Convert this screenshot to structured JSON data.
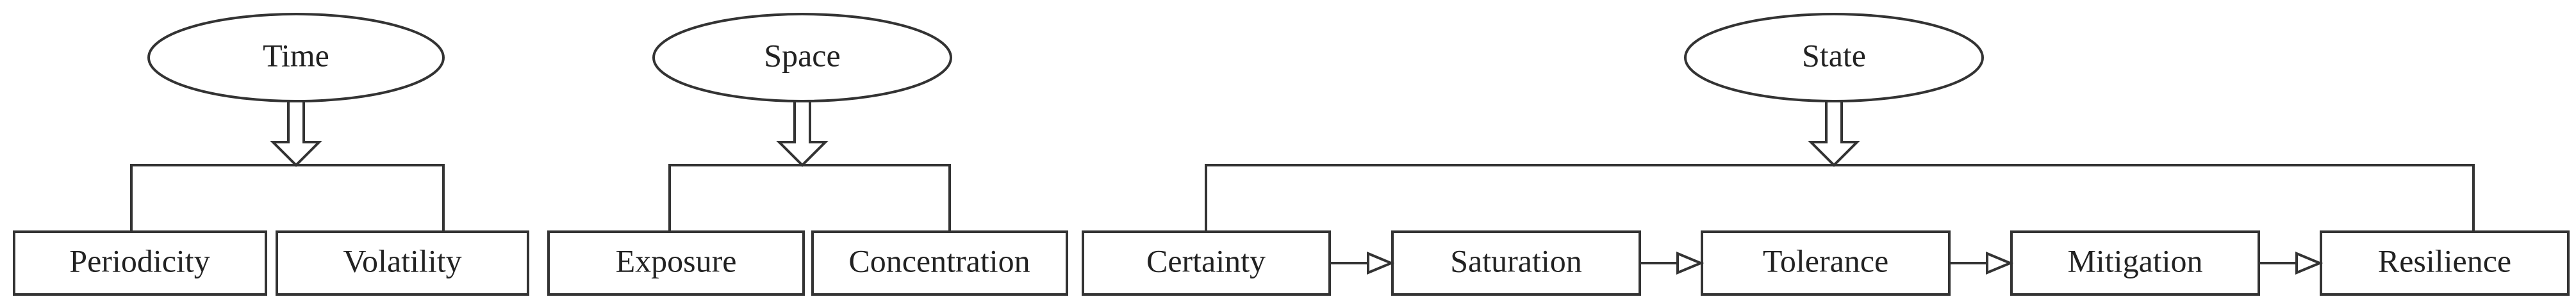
{
  "groups": [
    {
      "id": "time",
      "title": "Time",
      "items": [
        "Periodicity",
        "Volatility"
      ],
      "chain": false
    },
    {
      "id": "space",
      "title": "Space",
      "items": [
        "Exposure",
        "Concentration"
      ],
      "chain": false
    },
    {
      "id": "state",
      "title": "State",
      "items": [
        "Certainty",
        "Saturation",
        "Tolerance",
        "Mitigation",
        "Resilience"
      ],
      "chain": true
    }
  ],
  "colors": {
    "stroke": "#333333",
    "fill": "#ffffff",
    "text": "#222222"
  }
}
